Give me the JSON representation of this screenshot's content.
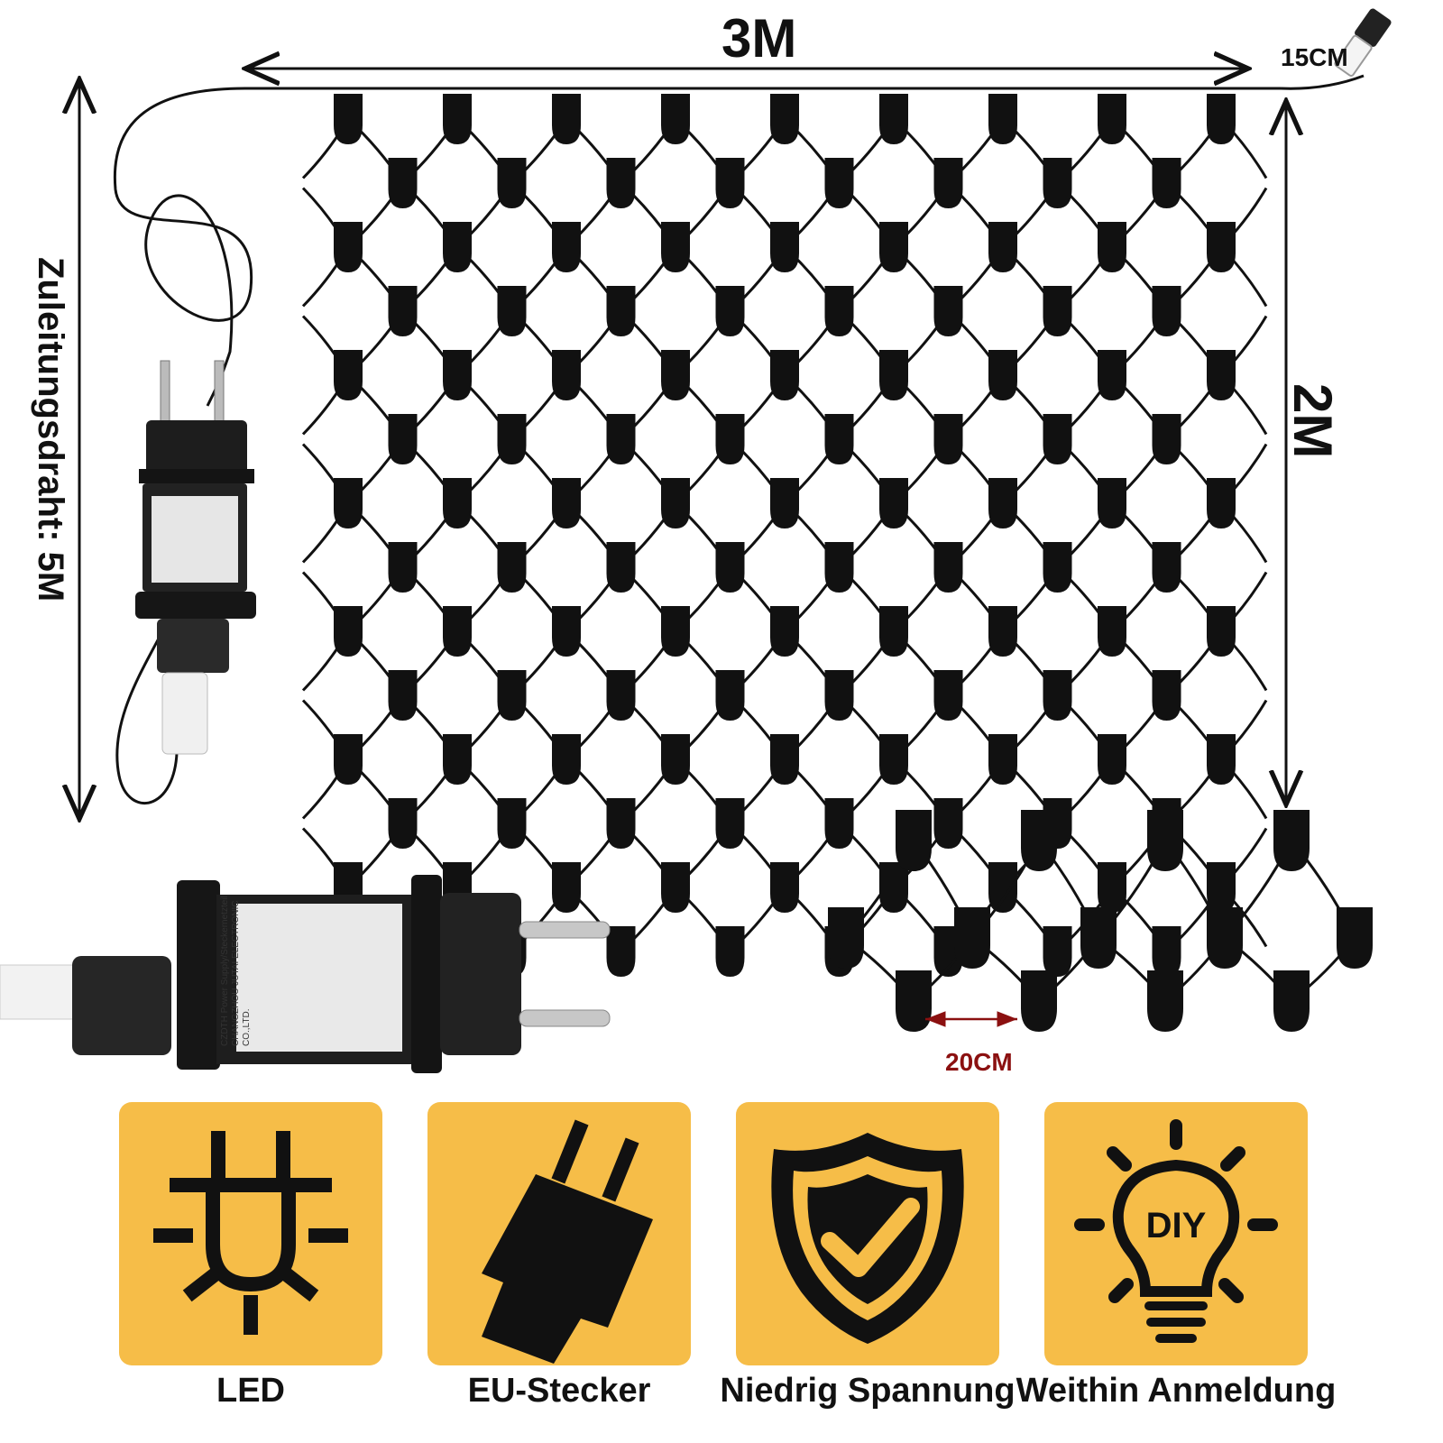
{
  "dimensions": {
    "width_label": "3M",
    "height_label": "2M",
    "lead_tail_label": "15CM",
    "lead_cable_label": "Zuleitungsdraht: 5M",
    "spacing_label": "20CM"
  },
  "net": {
    "columns": 9,
    "rows": 7
  },
  "adapter_label": {
    "brand": "CZDTH",
    "line1": "Power Supply/Steckernetzteil",
    "line2": "CHANGZHOU JUTAI ELECTRONIC CO.,LTD."
  },
  "features": [
    {
      "label": "LED",
      "icon": "led-plug-icon"
    },
    {
      "label": "EU-Stecker",
      "icon": "eu-plug-icon"
    },
    {
      "label": "Niedrig Spannung",
      "icon": "shield-check-icon"
    },
    {
      "label": "Weithin Anmeldung",
      "icon": "diy-bulb-icon",
      "badge": "DIY"
    }
  ],
  "colors": {
    "feature_bg": "#f6bd48",
    "accent_red": "#8b1010",
    "ink": "#111111"
  }
}
